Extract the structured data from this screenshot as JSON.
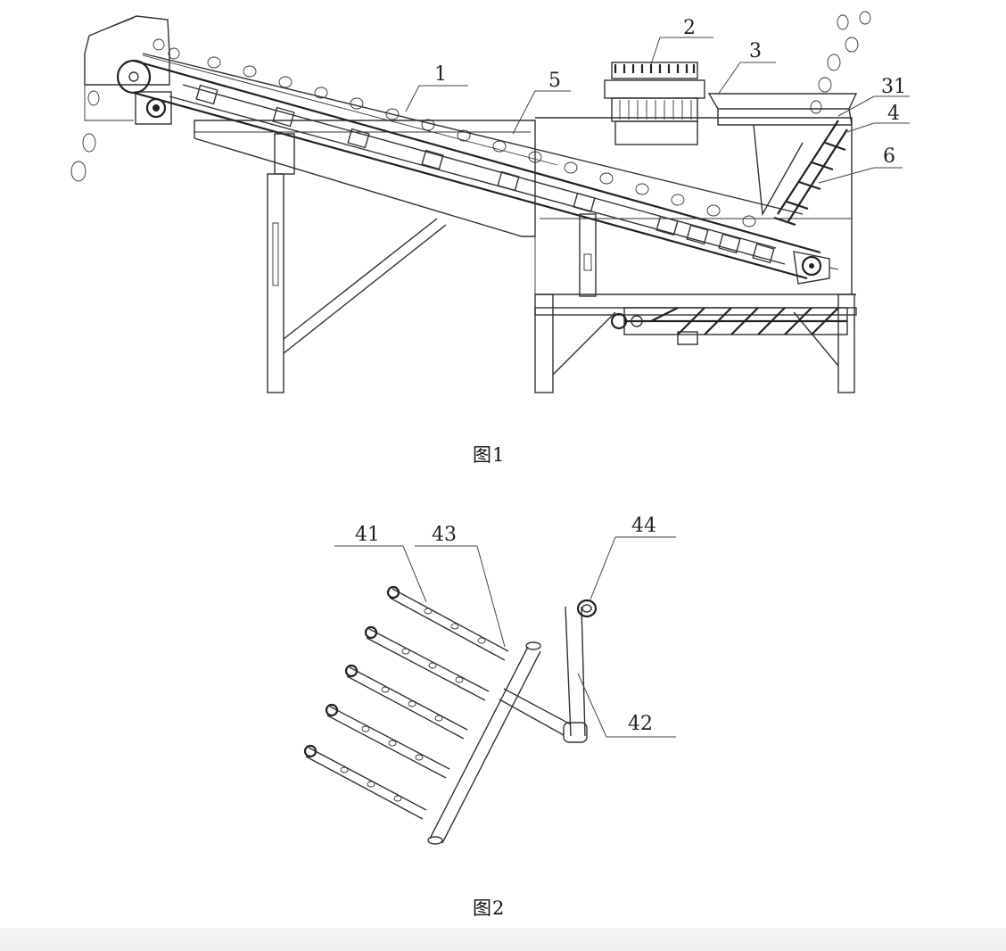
{
  "figure1": {
    "caption": "图1",
    "labels": [
      "1",
      "2",
      "3",
      "31",
      "4",
      "5",
      "6"
    ]
  },
  "figure2": {
    "caption": "图2",
    "labels": [
      "41",
      "43",
      "44",
      "42"
    ]
  }
}
